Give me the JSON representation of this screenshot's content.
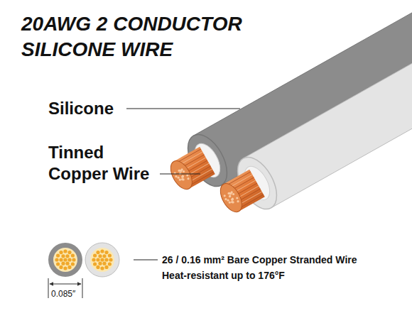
{
  "diagram": {
    "title": "20AWG 2 CONDUCTOR SILICONE WIRE",
    "labels": [
      "Silicone",
      "Tinned Copper Wire",
      "26 / 0.16 mm² Bare Copper Stranded Wire",
      "Heat-resistant up to 176°F",
      "0.085″"
    ]
  }
}
